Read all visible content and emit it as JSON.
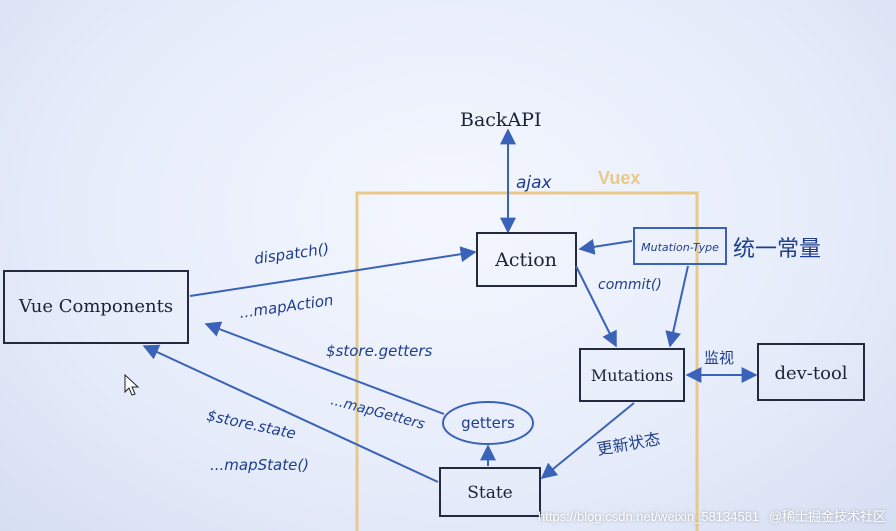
{
  "nodes": {
    "backapi": "BackAPI",
    "action": "Action",
    "mutation_type": "Mutation-Type",
    "constant": "统一常量",
    "vue_components": "Vue Components",
    "mutations": "Mutations",
    "devtool": "dev-tool",
    "getters": "getters",
    "state": "State",
    "vuex": "Vuex"
  },
  "edges": {
    "ajax": "ajax",
    "dispatch": "dispatch()",
    "map_action": "...mapAction",
    "commit": "commit()",
    "store_getters": "$store.getters",
    "map_getters": "...mapGetters",
    "monitor": "监视",
    "update_state": "更新状态",
    "store_state": "$store.state",
    "map_state": "...mapState()"
  },
  "watermark": {
    "url": "https://blog.csdn.net/weixin_58134581",
    "brand": "@稀土掘金技术社区"
  },
  "colors": {
    "ink": "#1e3e8c",
    "line": "#3a62b8",
    "box": "#232a3e",
    "vuex_frame": "#e9c98a"
  }
}
